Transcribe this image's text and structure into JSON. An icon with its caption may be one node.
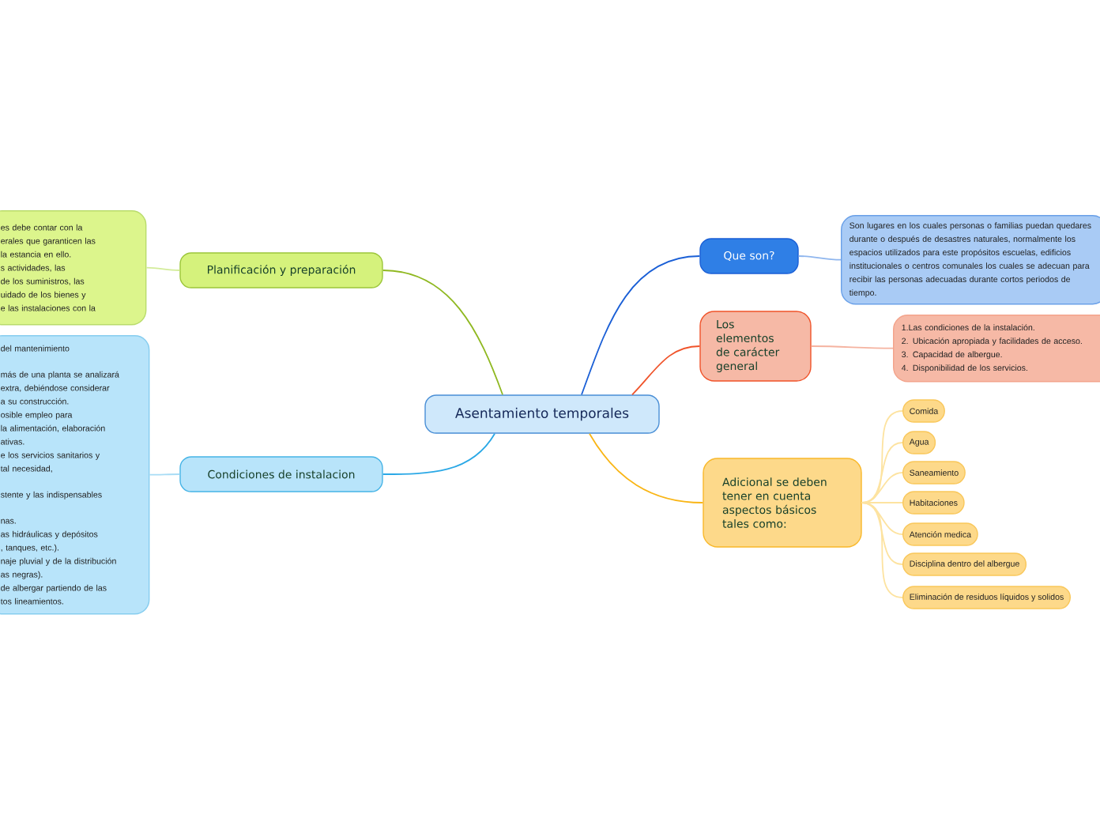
{
  "diagram": {
    "nodes": [
      {
        "text": [
          "Asentamiento temporales"
        ]
      },
      {
        "text": [
          "Planificación y preparación"
        ]
      },
      {
        "text": [
          "es debe contar con la",
          "erales que garanticen las",
          "la estancia en ello.",
          "s actividades, las",
          "de los suministros, las",
          "uidado de los bienes y",
          "e las instalaciones con la"
        ]
      },
      {
        "text": [
          "Condiciones de instalacion"
        ]
      },
      {
        "text": [
          "del mantenimiento",
          "más de una planta se analizará",
          "extra, debiéndose considerar",
          "a su construcción.",
          "osible empleo para",
          "la alimentación, elaboración",
          "ativas.",
          "e los servicios sanitarios y",
          "tal necesidad,",
          "stente y las indispensables",
          "nas.",
          "as hidráulicas y depósitos",
          ", tanques, etc.).",
          "naje pluvial y de la distribución",
          "as negras).",
          "de albergar partiendo de las",
          "tos lineamientos."
        ]
      },
      {
        "text": [
          "Que son?"
        ]
      },
      {
        "text": [
          "Son lugares en los cuales personas o familias puedan quedares durante o después de desastres naturales, normalmente los espacios utilizados para este propósitos escuelas, edificios institucionales o centros comunales los cuales se adecuan para recibir las personas adecuadas durante cortos periodos de tiempo."
        ]
      },
      {
        "text": [
          "Los elementos de carácter general"
        ]
      },
      {
        "text": [
          "1.Las condiciones de la instalación.",
          "2. Ubicación apropiada y facilidades de acceso.",
          "3. Capacidad de albergue.",
          "4. Disponibilidad de los servicios."
        ]
      },
      {
        "text": [
          "Adicional se deben tener en cuenta aspectos básicos tales como:"
        ]
      },
      {
        "text": [
          "Comida"
        ]
      },
      {
        "text": [
          "Agua"
        ]
      },
      {
        "text": [
          "Saneamiento"
        ]
      },
      {
        "text": [
          "Habitaciones"
        ]
      },
      {
        "text": [
          "Atención medica"
        ]
      },
      {
        "text": [
          "Disciplina dentro del albergue"
        ]
      },
      {
        "text": [
          "Eliminación de residuos líquidos y solidos"
        ]
      }
    ],
    "edges": [
      {
        "from": 0,
        "to": 1,
        "arrow": "none",
        "color": "#8fb820"
      },
      {
        "from": 1,
        "to": 2,
        "arrow": "none",
        "color": "#d3ec9a"
      },
      {
        "from": 0,
        "to": 3,
        "arrow": "none",
        "color": "#2aa8e6"
      },
      {
        "from": 3,
        "to": 4,
        "arrow": "none",
        "color": "#a8dcf5"
      },
      {
        "from": 0,
        "to": 5,
        "arrow": "none",
        "color": "#1a5fd6"
      },
      {
        "from": 5,
        "to": 6,
        "arrow": "none",
        "color": "#8fb6ee"
      },
      {
        "from": 0,
        "to": 7,
        "arrow": "none",
        "color": "#f0532a"
      },
      {
        "from": 7,
        "to": 8,
        "arrow": "none",
        "color": "#f5b3a0"
      },
      {
        "from": 0,
        "to": 9,
        "arrow": "none",
        "color": "#f9b515"
      },
      {
        "from": 9,
        "to": 10,
        "arrow": "none"
      },
      {
        "from": 9,
        "to": 11,
        "arrow": "none"
      },
      {
        "from": 9,
        "to": 12,
        "arrow": "none"
      },
      {
        "from": 9,
        "to": 13,
        "arrow": "none"
      },
      {
        "from": 9,
        "to": 14,
        "arrow": "none"
      },
      {
        "from": 9,
        "to": 15,
        "arrow": "none"
      },
      {
        "from": 9,
        "to": 16,
        "arrow": "none"
      }
    ]
  }
}
